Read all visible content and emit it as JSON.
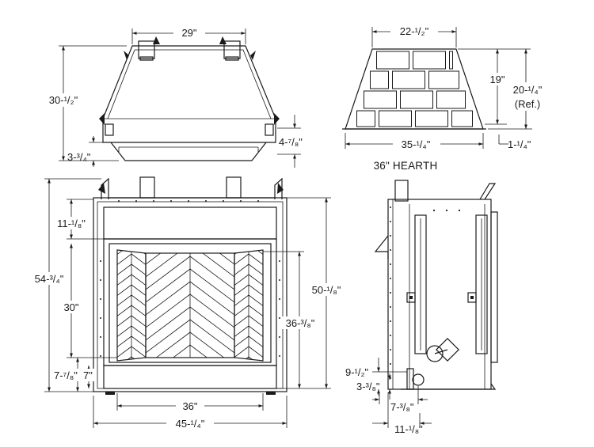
{
  "top_view": {
    "width": "29\"",
    "depth": "30-1/2\"",
    "rear_offset": "3-3/4\"",
    "front_lip": "4-7/8\""
  },
  "hearth_view": {
    "top_width": "22-1/2\"",
    "height": "19\"",
    "height_ref": "20-1/4\"",
    "ref_note": "(Ref.)",
    "base_width": "35-1/4\"",
    "base_offset": "1-1/4\"",
    "caption": "36\" HEARTH"
  },
  "front_view": {
    "overall_height": "54-3/4\"",
    "header_height": "11-1/8\"",
    "opening_height": "30\"",
    "base_height": "7-7/8\"",
    "hearth_height": "7\"",
    "framed_height": "50-1/8\"",
    "firebox_height": "36-3/8\"",
    "opening_width": "36\"",
    "overall_width": "45-1/4\""
  },
  "side_view": {
    "floor_to_vent": "9-1/2\"",
    "vent_offset": "3-3/8\"",
    "vent_depth": "7-3/8\"",
    "outer_depth": "11-1/8\""
  }
}
